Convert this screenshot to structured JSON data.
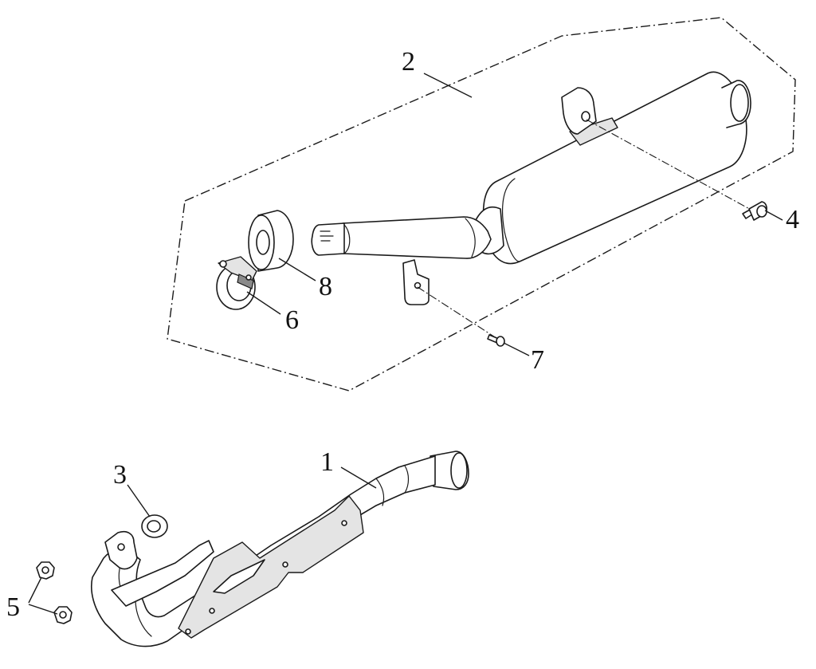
{
  "diagram": {
    "callouts": {
      "c1": "1",
      "c2": "2",
      "c3": "3",
      "c4": "4",
      "c5": "5",
      "c6": "6",
      "c7": "7",
      "c8": "8"
    },
    "colors": {
      "line": "#1a1a1a",
      "background": "#ffffff",
      "shade": "#e4e4e4"
    }
  }
}
